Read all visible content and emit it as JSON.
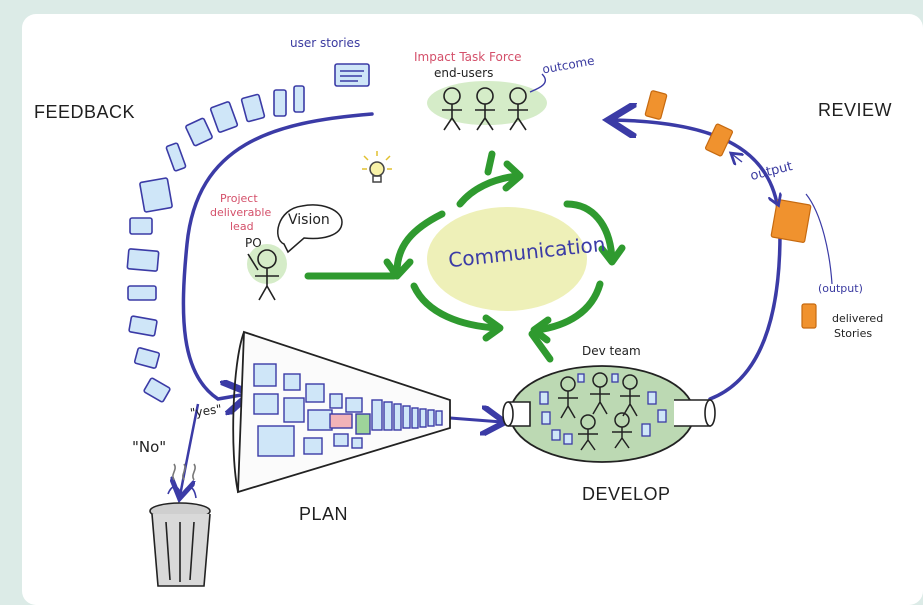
{
  "phases": {
    "feedback": "FEEDBACK",
    "review": "REVIEW",
    "plan": "PLAN",
    "develop": "DEVELOP"
  },
  "top": {
    "user_stories": "user stories",
    "impact_task_force": "Impact Task Force",
    "end_users": "end-users",
    "outcome": "outcome"
  },
  "po": {
    "role_line1": "Project",
    "role_line2": "deliverable",
    "role_line3": "lead",
    "po": "PO",
    "vision": "Vision"
  },
  "center": {
    "communication": "Communication"
  },
  "develop": {
    "dev_team": "Dev team"
  },
  "review": {
    "output": "output",
    "output_paren": "(output)",
    "delivered_line1": "delivered",
    "delivered_line2": "Stories"
  },
  "decisions": {
    "yes": "\"yes\"",
    "no": "\"No\""
  },
  "colors": {
    "loop": "#3b3ba6",
    "arrows": "#2f9a2f",
    "communication_fill": "#eef0b8",
    "story_card": "#cfe6f8",
    "output_orange": "#f0922e",
    "group_fill": "#d5ecc8",
    "dev_fill": "#bcd9b3"
  }
}
